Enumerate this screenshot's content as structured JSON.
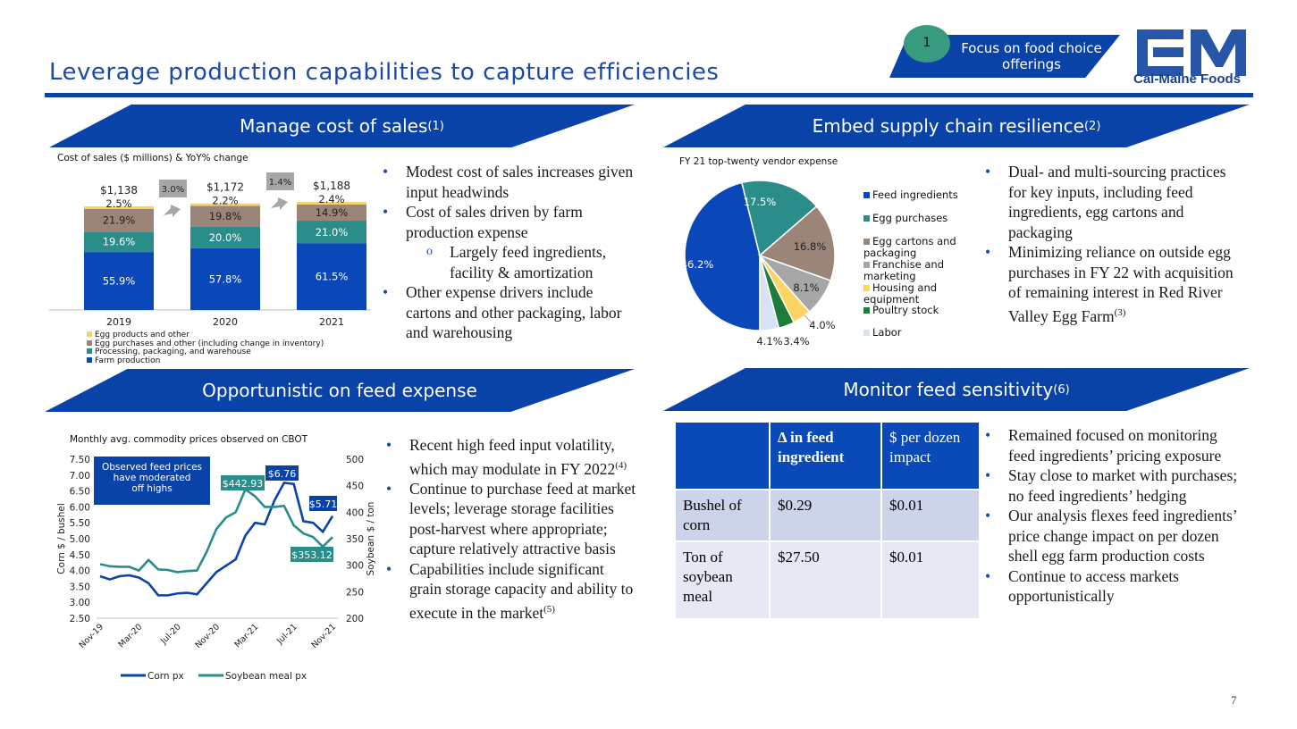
{
  "header": {
    "title": "Leverage production capabilities to capture efficiencies",
    "focus_number": "1",
    "focus_label": "Focus on food choice offerings",
    "logo_text": "Cal-Maine Foods",
    "page_number": "7"
  },
  "sections": {
    "cost_of_sales": {
      "title": "Manage cost of sales",
      "note": "(1)"
    },
    "supply_chain": {
      "title": "Embed supply chain resilience",
      "note": "(2)"
    },
    "feed_expense": {
      "title": "Opportunistic on feed expense",
      "note": ""
    },
    "feed_sensitivity": {
      "title": "Monitor feed sensitivity",
      "note": "(6)"
    }
  },
  "bullets": {
    "cost_of_sales": [
      {
        "text": "Modest cost of sales increases given input headwinds"
      },
      {
        "text": "Cost of sales driven by farm production expense"
      },
      {
        "text": "Largely feed ingredients, facility & amortization",
        "sub": true
      },
      {
        "text": "Other expense drivers include cartons and other packaging, labor and warehousing"
      }
    ],
    "supply_chain": [
      {
        "text": "Dual- and multi-sourcing practices for key inputs, including feed ingredients, egg cartons and packaging"
      },
      {
        "text": "Minimizing reliance on outside egg purchases in FY 22 with acquisition of remaining interest in Red River Valley Egg Farm",
        "note": "(3)"
      }
    ],
    "feed_expense": [
      {
        "text": "Recent high feed input volatility, which may modulate in FY 2022",
        "note": "(4)"
      },
      {
        "text": "Continue to purchase feed at market levels; leverage storage facilities post-harvest where appropriate; capture relatively attractive basis"
      },
      {
        "text": "Capabilities include significant grain storage capacity and ability to execute in the market",
        "note": "(5)"
      }
    ],
    "feed_sensitivity": [
      {
        "text": "Remained focused on monitoring feed ingredients’ pricing exposure"
      },
      {
        "text": "Stay close to market with purchases; no feed ingredients’ hedging"
      },
      {
        "text": "Our analysis flexes feed ingredients’ price change impact on per dozen shell egg farm production costs"
      },
      {
        "text": "Continue to access markets opportunistically"
      }
    ]
  },
  "sensitivity_table": {
    "headers": [
      "",
      "Δ in feed ingredient",
      "$ per dozen impact"
    ],
    "rows": [
      [
        "Bushel of corn",
        "$0.29",
        "$0.01"
      ],
      [
        "Ton of soybean meal",
        "$27.50",
        "$0.01"
      ]
    ]
  },
  "chart_data": [
    {
      "type": "bar",
      "stacked": true,
      "title": "Cost of sales ($ millions) & YoY% change",
      "categories": [
        "2019",
        "2020",
        "2021"
      ],
      "totals": [
        1138,
        1172,
        1188
      ],
      "total_labels": [
        "$1,138",
        "$1,172",
        "$1,188"
      ],
      "yoy_change": [
        "3.0%",
        "1.4%"
      ],
      "series": [
        {
          "name": "Farm production",
          "values": [
            55.9,
            57.8,
            61.5
          ],
          "color": "#0a47b8"
        },
        {
          "name": "Processing, packaging, and warehouse",
          "values": [
            19.6,
            20.0,
            21.0
          ],
          "color": "#2a8d8a"
        },
        {
          "name": "Egg purchases and other (including change in inventory)",
          "values": [
            21.9,
            19.8,
            14.9
          ],
          "color": "#9b8579"
        },
        {
          "name": "Egg products and other",
          "values": [
            2.5,
            2.2,
            2.4
          ],
          "color": "#f5d36a"
        }
      ],
      "unit": "%"
    },
    {
      "type": "pie",
      "title": "FY 21 top-twenty vendor expense",
      "slices": [
        {
          "label": "Feed ingredients",
          "value": 46.2,
          "color": "#0a47b8"
        },
        {
          "label": "Egg purchases",
          "value": 17.5,
          "color": "#2a8d8a"
        },
        {
          "label": "Egg cartons and packaging",
          "value": 16.8,
          "color": "#9b8579"
        },
        {
          "label": "Franchise and marketing",
          "value": 8.1,
          "color": "#a6a6a6"
        },
        {
          "label": "Housing and equipment",
          "value": 4.0,
          "color": "#fcd463"
        },
        {
          "label": "Poultry stock",
          "value": 3.4,
          "color": "#1e7c3a"
        },
        {
          "label": "Labor",
          "value": 4.1,
          "color": "#dae3f3"
        }
      ]
    },
    {
      "type": "line",
      "title": "Monthly avg. commodity prices observed on CBOT",
      "ylabel": "Corn $ / bushel",
      "y2label": "Soybean $ / ton",
      "ylim": [
        2.5,
        7.5
      ],
      "y2lim": [
        200,
        500
      ],
      "yticks": [
        "2.50",
        "3.00",
        "3.50",
        "4.00",
        "4.50",
        "5.00",
        "5.50",
        "6.00",
        "6.50",
        "7.00",
        "7.50"
      ],
      "y2ticks": [
        "200",
        "250",
        "300",
        "350",
        "400",
        "450",
        "500"
      ],
      "x": [
        "Nov-19",
        "Dec-19",
        "Jan-20",
        "Feb-20",
        "Mar-20",
        "Apr-20",
        "May-20",
        "Jun-20",
        "Jul-20",
        "Aug-20",
        "Sep-20",
        "Oct-20",
        "Nov-20",
        "Dec-20",
        "Jan-21",
        "Feb-21",
        "Mar-21",
        "Apr-21",
        "May-21",
        "Jun-21",
        "Jul-21",
        "Aug-21",
        "Sep-21",
        "Oct-21",
        "Nov-21"
      ],
      "xtick_labels": [
        "Nov-19",
        "Mar-20",
        "Jul-20",
        "Nov-20",
        "Mar-21",
        "Jul-21",
        "Nov-21"
      ],
      "series": [
        {
          "name": "Corn px",
          "axis": "left",
          "color": "#0a43a8",
          "values": [
            3.82,
            3.72,
            3.82,
            3.85,
            3.78,
            3.6,
            3.22,
            3.22,
            3.28,
            3.3,
            3.25,
            3.6,
            3.95,
            4.15,
            4.35,
            5.1,
            5.5,
            5.45,
            6.2,
            6.76,
            6.72,
            5.55,
            5.5,
            5.22,
            5.71
          ]
        },
        {
          "name": "Soybean meal px",
          "axis": "right",
          "color": "#2a8d8a",
          "values": [
            302,
            298,
            297,
            297,
            290,
            310,
            292,
            291,
            287,
            289,
            290,
            325,
            368,
            390,
            400,
            442.93,
            430,
            410,
            410,
            412,
            375,
            360,
            353,
            335,
            353.12
          ]
        }
      ],
      "annotations": [
        {
          "text": "Observed feed prices have moderated off highs"
        },
        {
          "text": "$442.93",
          "series": "Soybean meal px",
          "index": 15
        },
        {
          "text": "$6.76",
          "series": "Corn px",
          "index": 19
        },
        {
          "text": "$5.71",
          "series": "Corn px",
          "index": 24
        },
        {
          "text": "$353.12",
          "series": "Soybean meal px",
          "index": 24
        }
      ]
    }
  ]
}
